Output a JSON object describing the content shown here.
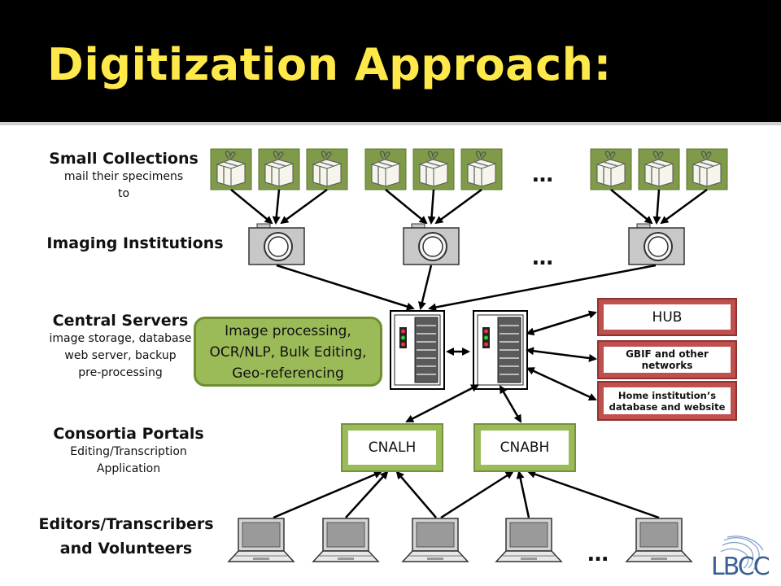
{
  "slide": {
    "title": "Digitization Approach:"
  },
  "rows": {
    "small_collections": {
      "title": "Small Collections",
      "sub": [
        "mail their specimens",
        "to"
      ]
    },
    "imaging_institutions": {
      "title": "Imaging Institutions"
    },
    "central_servers": {
      "title": "Central Servers",
      "sub": [
        "image storage, database",
        "web server, backup",
        "pre-processing"
      ]
    },
    "consortia_portals": {
      "title": "Consortia Portals",
      "sub": [
        "Editing/Transcription",
        "Application"
      ]
    },
    "editors": {
      "title": [
        "Editors/Transcribers",
        "and Volunteers"
      ]
    }
  },
  "processing_box": {
    "lines": [
      "Image processing,",
      "OCR/NLP, Bulk Editing,",
      "Geo-referencing"
    ]
  },
  "external": {
    "hub": "HUB",
    "gbif": [
      "GBIF and other",
      "networks"
    ],
    "home": [
      "Home institution’s",
      "database and website"
    ]
  },
  "portals": [
    "CNALH",
    "CNABH"
  ],
  "ellipsis": "…",
  "logo_text": "LBCC",
  "colors": {
    "title": "#ffe94a",
    "package_green": "#7f9a48",
    "processing_green": "#9bbb59",
    "external_red": "#c0504d",
    "device_gray": "#c8c8c8"
  },
  "icons": [
    "package-icon",
    "camera-icon",
    "server-icon",
    "laptop-icon"
  ]
}
